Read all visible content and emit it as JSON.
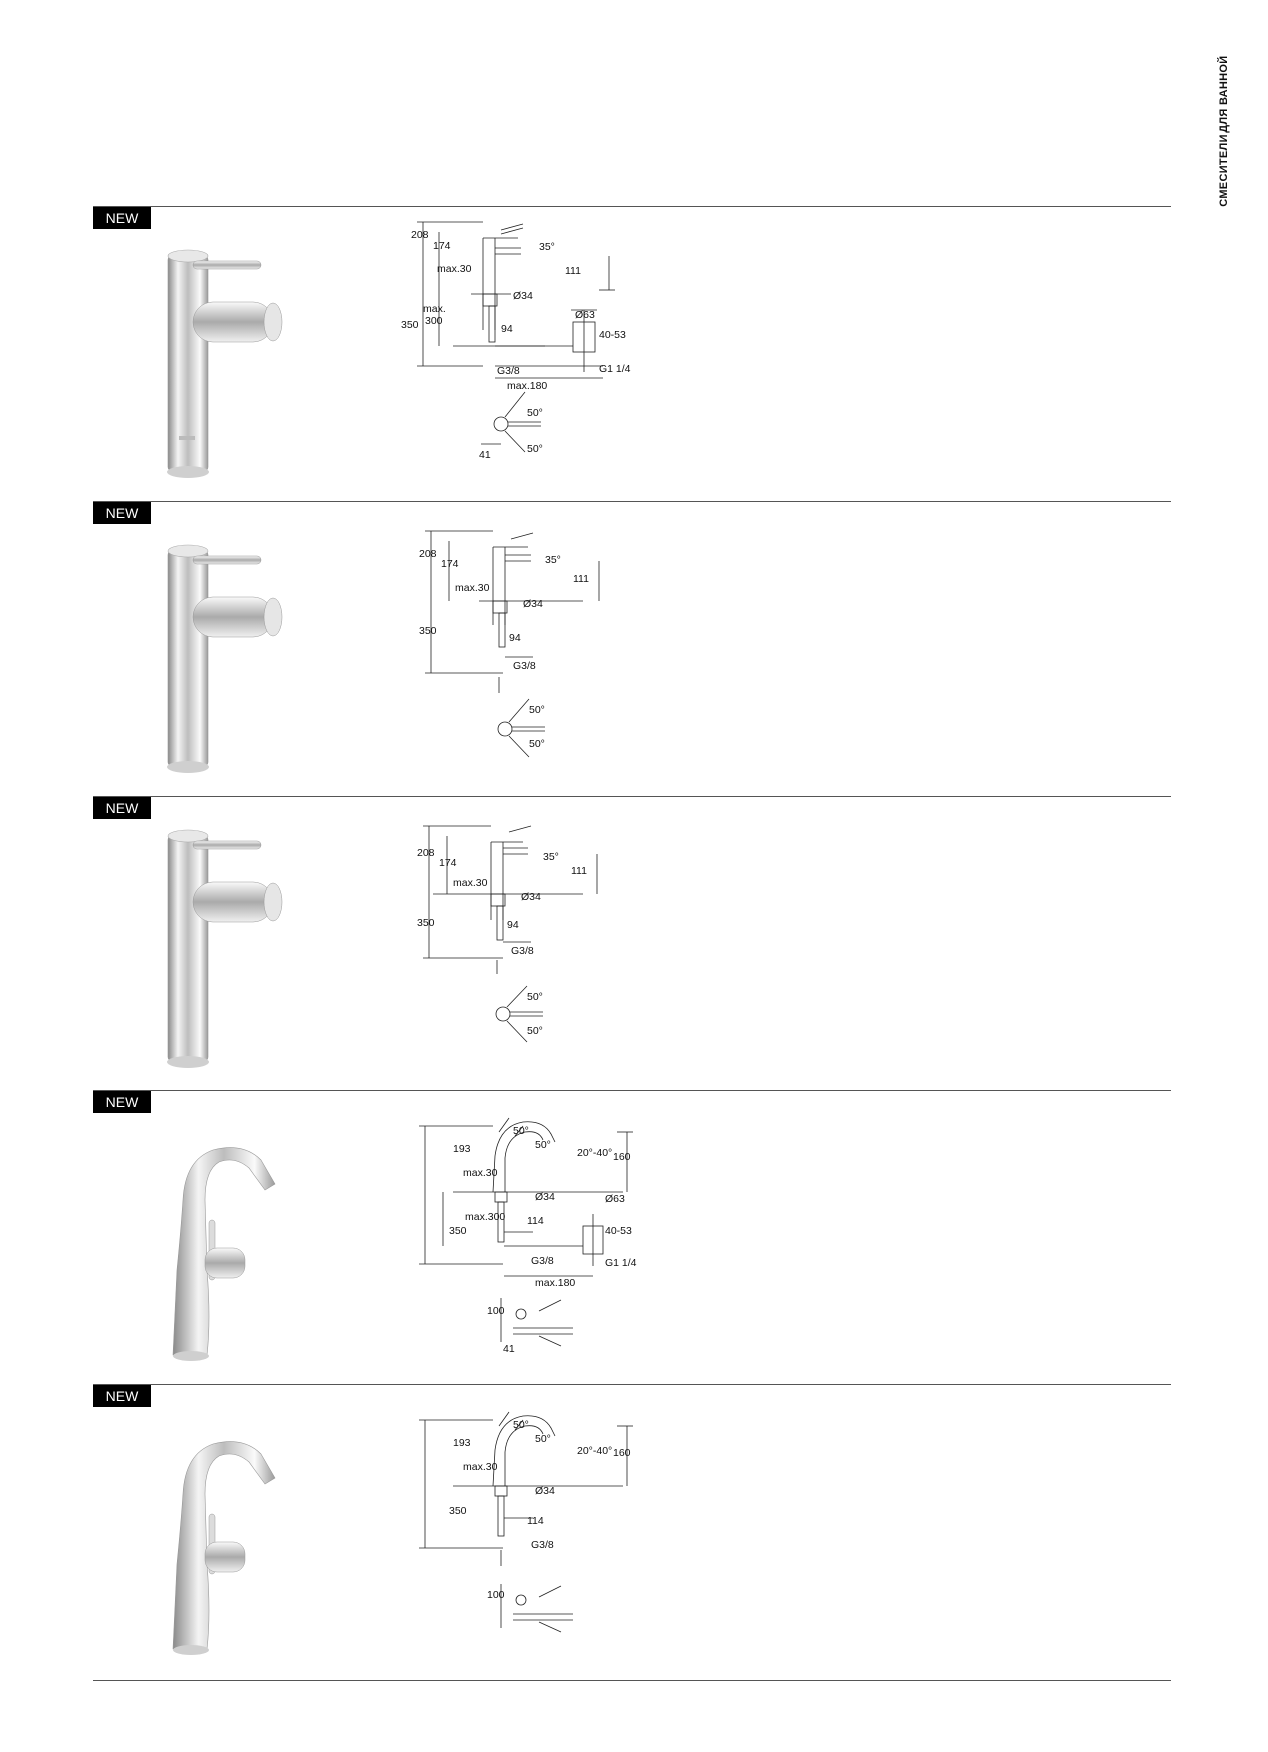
{
  "side_tab": {
    "line1": "СМЕСИТЕЛИ",
    "line2": "ДЛЯ ВАННОЙ"
  },
  "sections": [
    {
      "badge": "NEW",
      "product_style": "straight",
      "dims": {
        "height_total": "208",
        "height_spout": "174",
        "max_deck": "max.30",
        "angle": "35°",
        "reach_height": "111",
        "diameter": "Ø34",
        "max_hole": "max.",
        "max_hole_value": "300",
        "depth": "350",
        "offset": "94",
        "thread": "G3/8",
        "waste_diameter": "Ø63",
        "waste_range": "40-53",
        "waste_thread": "G1 1/4",
        "max_length": "max.180",
        "swivel_up": "50°",
        "swivel_down": "50°",
        "lever": "41"
      }
    },
    {
      "badge": "NEW",
      "product_style": "straight",
      "dims": {
        "height_total": "208",
        "height_spout": "174",
        "max_deck": "max.30",
        "angle": "35°",
        "reach_height": "111",
        "diameter": "Ø34",
        "depth": "350",
        "offset": "94",
        "thread": "G3/8",
        "swivel_up": "50°",
        "swivel_down": "50°"
      }
    },
    {
      "badge": "NEW",
      "product_style": "straight",
      "dims": {
        "height_total": "208",
        "height_spout": "174",
        "max_deck": "max.30",
        "angle": "35°",
        "reach_height": "111",
        "diameter": "Ø34",
        "depth": "350",
        "offset": "94",
        "thread": "G3/8",
        "swivel_up": "50°",
        "swivel_down": "50°"
      }
    },
    {
      "badge": "NEW",
      "product_style": "curved",
      "dims": {
        "height_total": "193",
        "angle_top": "50°",
        "angle_lever": "50°",
        "spout_angle": "20°-40°",
        "reach_height": "160",
        "max_deck": "max.30",
        "diameter": "Ø34",
        "max_hole": "max.300",
        "depth": "350",
        "offset": "114",
        "thread": "G3/8",
        "waste_diameter": "Ø63",
        "waste_range": "40-53",
        "waste_thread": "G1 1/4",
        "max_length": "max.180",
        "plan_depth": "100",
        "lever": "41"
      }
    },
    {
      "badge": "NEW",
      "product_style": "curved",
      "dims": {
        "height_total": "193",
        "angle_top": "50°",
        "angle_lever": "50°",
        "spout_angle": "20°-40°",
        "reach_height": "160",
        "max_deck": "max.30",
        "diameter": "Ø34",
        "depth": "350",
        "offset": "114",
        "thread": "G3/8",
        "plan_depth": "100"
      }
    }
  ]
}
